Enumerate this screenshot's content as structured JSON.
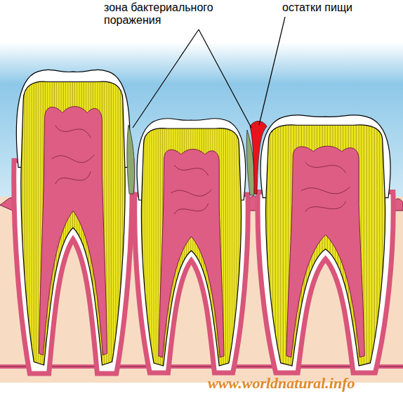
{
  "diagram": {
    "labels": [
      "зона бактериального поражения",
      "остатки пищи",
      "www.worldnatural.info"
    ]
  }
}
